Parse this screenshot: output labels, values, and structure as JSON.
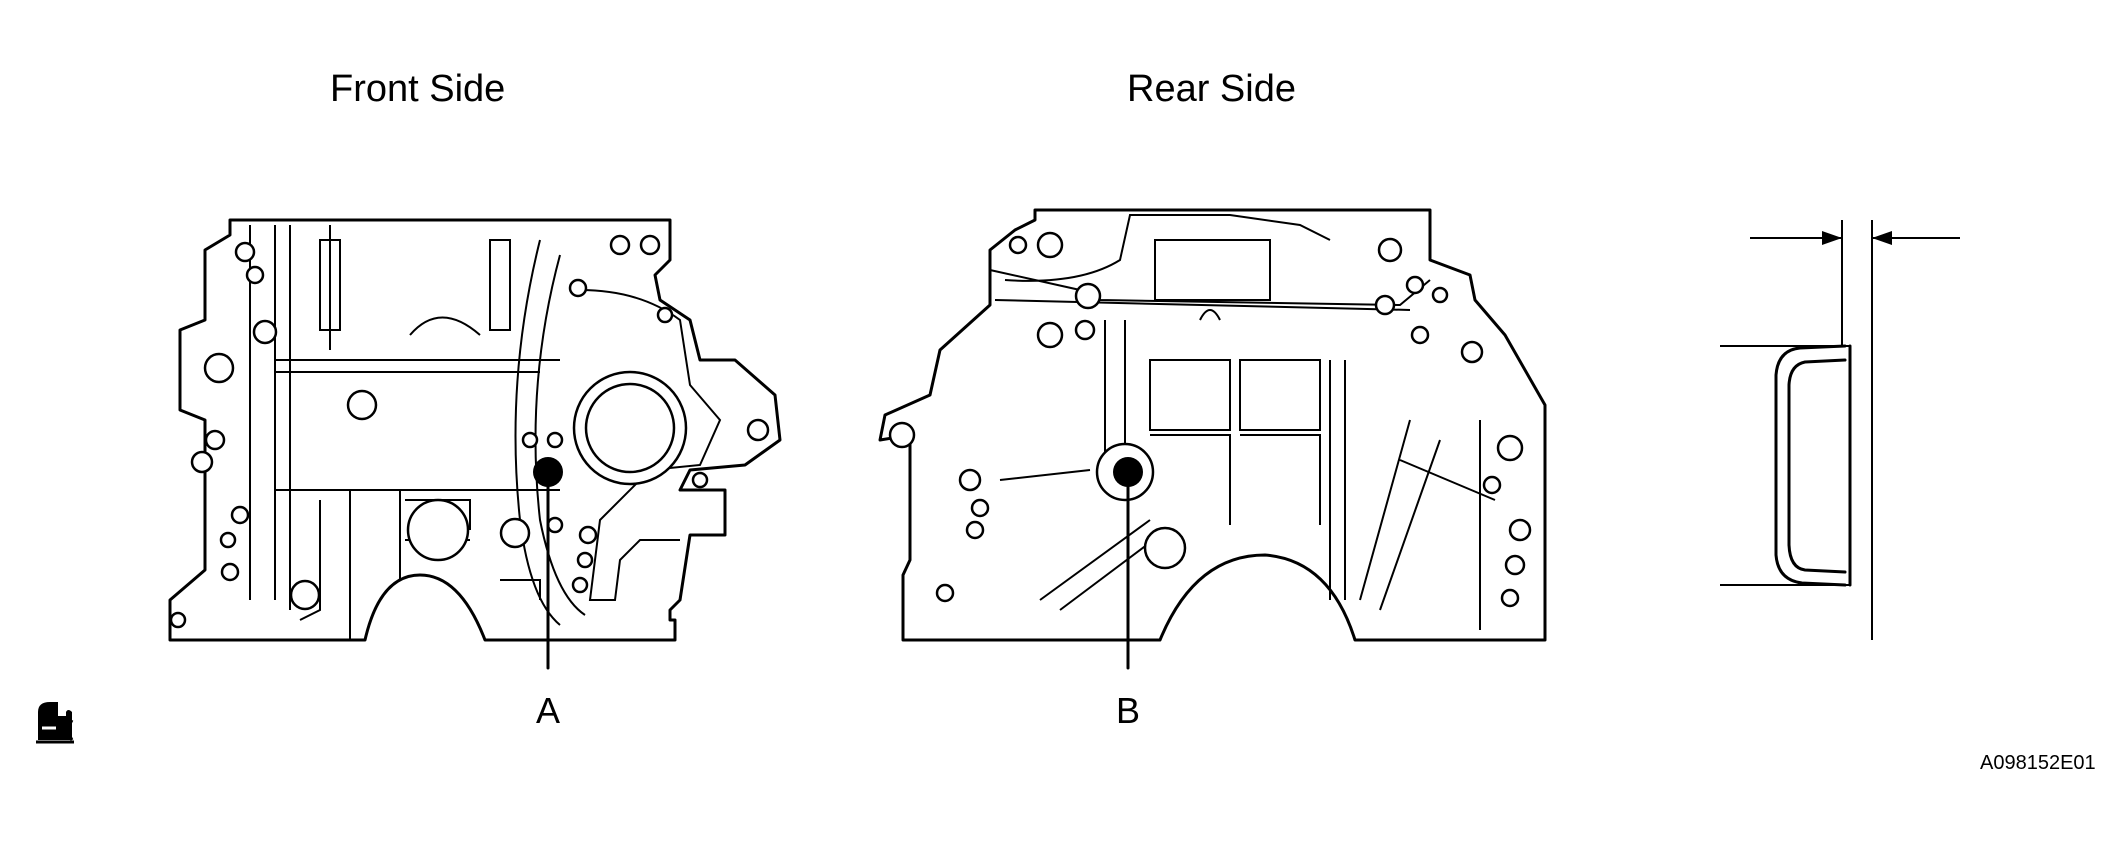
{
  "titles": {
    "front": "Front Side",
    "rear": "Rear Side"
  },
  "callouts": {
    "a": "A",
    "b": "B"
  },
  "figure_code": "A098152E01",
  "icons": [
    "fipg-sealant-icon"
  ],
  "colors": {
    "line": "#000000",
    "background": "#ffffff"
  }
}
